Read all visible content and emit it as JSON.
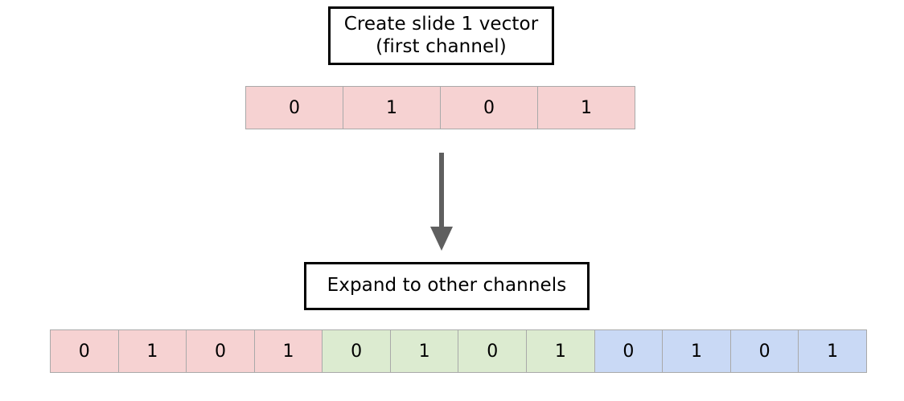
{
  "diagram": {
    "title_box": {
      "line1": "Create slide 1 vector",
      "line2": "(first channel)"
    },
    "expand_box": {
      "label": "Expand to other channels"
    },
    "arrow": {
      "name": "down-arrow-icon",
      "color": "#5f5f5f",
      "direction": "down"
    },
    "colors": {
      "pink": "#f6d2d2",
      "green": "#dcebd0",
      "blue": "#c9d9f5",
      "cell_border": "#a9a9a9",
      "box_border": "#000000",
      "background": "#ffffff"
    },
    "top_vector": {
      "name": "slide-1-vector-first-channel",
      "color": "#f6d2d2",
      "cells": [
        {
          "value": "0",
          "color_key": "pink"
        },
        {
          "value": "1",
          "color_key": "pink"
        },
        {
          "value": "0",
          "color_key": "pink"
        },
        {
          "value": "1",
          "color_key": "pink"
        }
      ]
    },
    "bottom_vector": {
      "name": "expanded-vector-all-channels",
      "channels": [
        {
          "name": "channel-1",
          "color_key": "pink",
          "values": [
            "0",
            "1",
            "0",
            "1"
          ]
        },
        {
          "name": "channel-2",
          "color_key": "green",
          "values": [
            "0",
            "1",
            "0",
            "1"
          ]
        },
        {
          "name": "channel-3",
          "color_key": "blue",
          "values": [
            "0",
            "1",
            "0",
            "1"
          ]
        }
      ],
      "cells": [
        {
          "value": "0",
          "color_key": "pink"
        },
        {
          "value": "1",
          "color_key": "pink"
        },
        {
          "value": "0",
          "color_key": "pink"
        },
        {
          "value": "1",
          "color_key": "pink"
        },
        {
          "value": "0",
          "color_key": "green"
        },
        {
          "value": "1",
          "color_key": "green"
        },
        {
          "value": "0",
          "color_key": "green"
        },
        {
          "value": "1",
          "color_key": "green"
        },
        {
          "value": "0",
          "color_key": "blue"
        },
        {
          "value": "1",
          "color_key": "blue"
        },
        {
          "value": "0",
          "color_key": "blue"
        },
        {
          "value": "1",
          "color_key": "blue"
        }
      ]
    }
  }
}
